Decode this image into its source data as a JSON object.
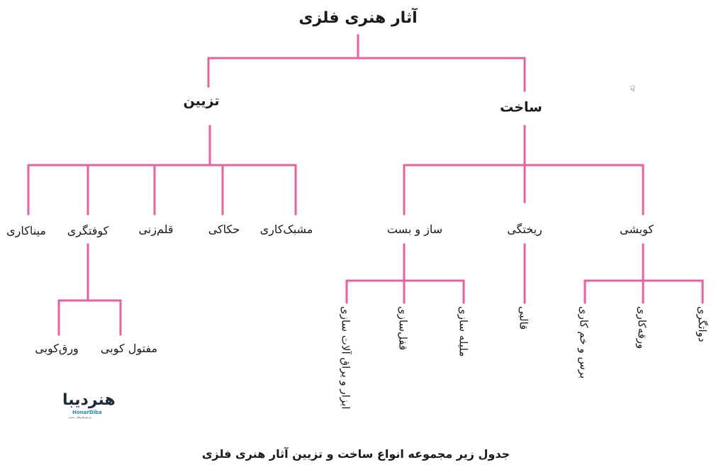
{
  "diagram": {
    "root": "آثار هنری فلزی",
    "categories": {
      "decoration": "تزیین",
      "construction": "ساخت"
    },
    "decoration_items": {
      "minakari": "میناکاری",
      "koftgari": "کوفتگری",
      "ghalamzani": "قلم‌زنی",
      "hakaki": "حکاکی",
      "moshabbak": "مشبک‌کاری"
    },
    "koftgari_items": {
      "varghkoobi": "ورق‌کوبی",
      "maftoolkoobi": "مفتول کوبی"
    },
    "construction_items": {
      "sazobast": "ساز و بست",
      "rikhtegi": "ریختگی",
      "koobeshi": "کوبشی"
    },
    "sazobast_items": {
      "abzar": "ابزار و یراق آلات سازی",
      "ghofl": "قفل‌سازی",
      "malileh": "ملیله سازی"
    },
    "rikhtegi_items": {
      "ghaleb": "قالبی"
    },
    "koobeshi_items": {
      "boros": "برس و خم کاری",
      "varaghe": "ورقه‌کاری",
      "davat": "دواتگری"
    },
    "caption": "جدول زیر مجموعه انواع ساخت و تزیین آثار هنری فلزی"
  },
  "logo": {
    "mark": "هنردیبا",
    "sub": "HonarDiba",
    "sub2": "مرجع هنرهای دستی"
  },
  "colors": {
    "connector": "#e8609e",
    "text": "#1a1a1a"
  },
  "icons": {
    "cursor": "hand-cursor-icon"
  }
}
